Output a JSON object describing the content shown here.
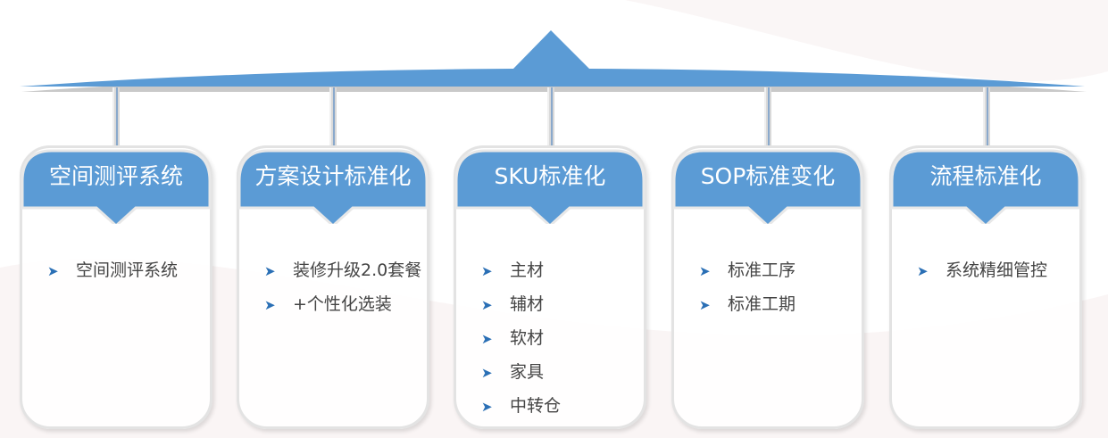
{
  "colors": {
    "accent": "#5b9bd5",
    "bullet": "#2a6fb5"
  },
  "cards": [
    {
      "title": "空间测评系统",
      "items": [
        "空间测评系统"
      ]
    },
    {
      "title": "方案设计标准化",
      "items": [
        "装修升级2.0套餐",
        "+个性化选装"
      ]
    },
    {
      "title": "SKU标准化",
      "items": [
        "主材",
        "辅材",
        "软材",
        "家具",
        "中转仓"
      ]
    },
    {
      "title": "SOP标准变化",
      "items": [
        "标准工序",
        "标准工期"
      ]
    },
    {
      "title": "流程标准化",
      "items": [
        "系统精细管控"
      ]
    }
  ]
}
